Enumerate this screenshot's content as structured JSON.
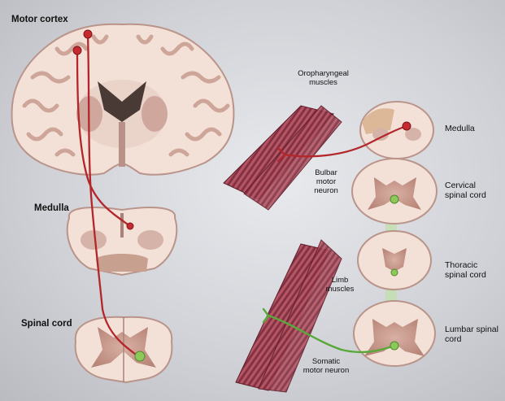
{
  "labels": {
    "motor_cortex": "Motor cortex",
    "medulla_left": "Medulla",
    "spinal_cord": "Spinal cord",
    "oropharyngeal_muscles": "Oropharyngeal muscles",
    "bulbar_motor_neuron": "Bulbar motor neuron",
    "medulla_right": "Medulla",
    "cervical_spinal_cord": "Cervical spinal cord",
    "limb_muscles": "Limb muscles",
    "thoracic_spinal_cord": "Thoracic spinal cord",
    "lumbar_spinal_cord": "Lumbar spinal cord",
    "somatic_motor_neuron": "Somatic motor neuron"
  },
  "colors": {
    "upper_motor_neuron": "#b3262a",
    "lower_motor_neuron": "#58a83a",
    "white_matter": "#f4e6dc",
    "grey_matter": "#c79a8e",
    "muscle": "#9c3b4e"
  }
}
